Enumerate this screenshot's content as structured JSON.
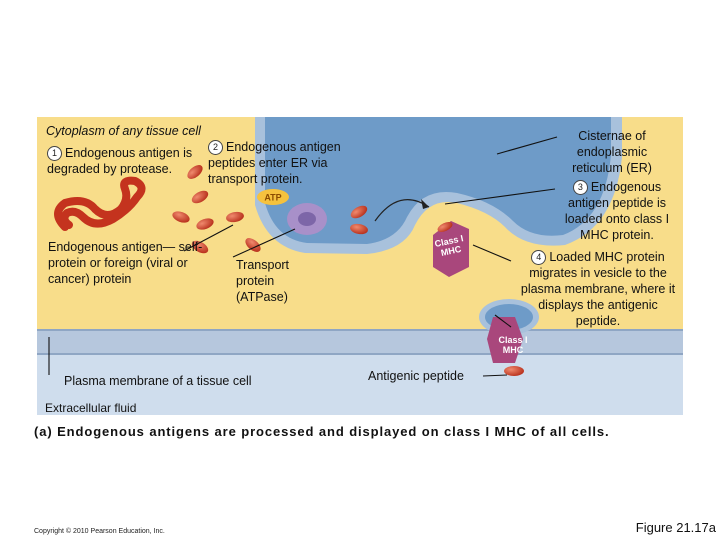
{
  "labels": {
    "cytoplasm": "Cytoplasm of any tissue cell",
    "step1": {
      "num": "1",
      "text": "Endogenous antigen is degraded by protease."
    },
    "step2": {
      "num": "2",
      "text": "Endogenous antigen peptides enter ER via transport protein."
    },
    "atp": "ATP",
    "self_protein": "Endogenous antigen— self-protein or foreign (viral or cancer) protein",
    "transport_protein": "Transport protein (ATPase)",
    "class1_mhc_er": "Class I MHC",
    "cisternae": "Cisternae of endoplasmic reticulum (ER)",
    "step3": {
      "num": "3",
      "text": "Endogenous antigen peptide is loaded onto class I MHC protein."
    },
    "step4": {
      "num": "4",
      "text": "Loaded MHC protein migrates in vesicle to the plasma membrane, where it displays the antigenic peptide."
    },
    "class1_mhc_membrane": "Class I MHC",
    "plasma_membrane": "Plasma membrane of a tissue cell",
    "antigenic_peptide": "Antigenic peptide",
    "extracellular": "Extracellular fluid"
  },
  "caption": "(a) Endogenous antigens are processed and displayed on class I MHC of all cells.",
  "copyright": "Copyright © 2010 Pearson Education, Inc.",
  "figure_number": "Figure 21.17a",
  "colors": {
    "cytoplasm": "#f8dd8a",
    "er": "#6e9bc8",
    "membrane": "#b6c7dd",
    "extracellular": "#cfdded",
    "antigen": "#d5432a",
    "mhc": "#a9477c",
    "transport": "#a890c9"
  }
}
